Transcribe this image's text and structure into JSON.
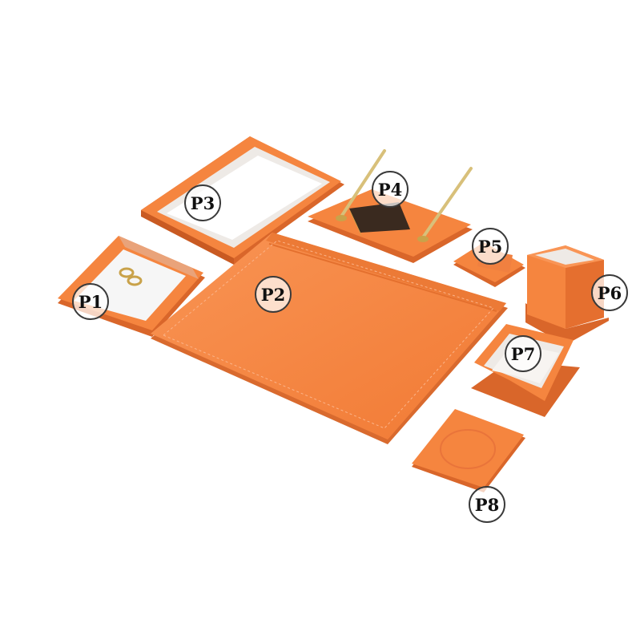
{
  "colors": {
    "leather": "#f5853f",
    "leather_dark": "#d9662a",
    "leather_light": "#f99556",
    "inner_lining": "#eeeae6",
    "paper": "#ffffff",
    "gold": "#c9a24a",
    "plate": "#3a2a1f"
  },
  "badges": [
    "P1",
    "P2",
    "P3",
    "P4",
    "P5",
    "P6",
    "P7",
    "P8"
  ]
}
